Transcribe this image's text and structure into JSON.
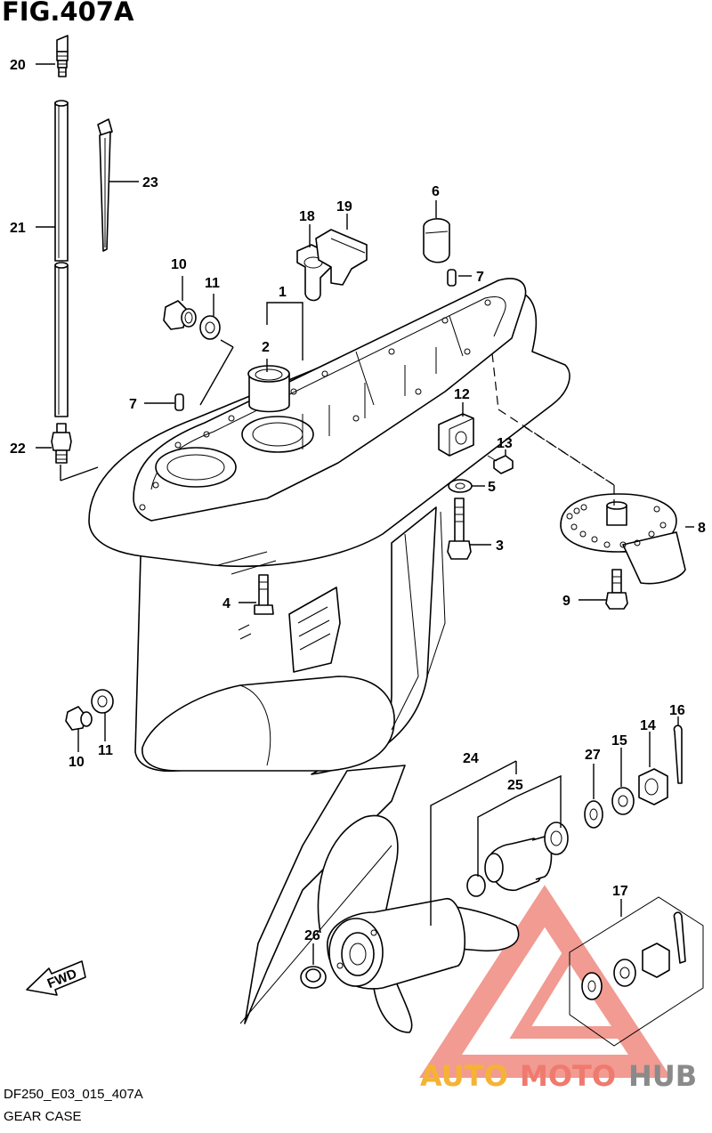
{
  "figure": {
    "title": "FIG.407A",
    "code": "DF250_E03_015_407A",
    "name": "GEAR CASE"
  },
  "callouts": [
    "1",
    "2",
    "3",
    "4",
    "5",
    "6",
    "7",
    "7",
    "8",
    "9",
    "10",
    "10",
    "11",
    "11",
    "12",
    "13",
    "14",
    "15",
    "16",
    "17",
    "18",
    "19",
    "20",
    "21",
    "22",
    "23",
    "24",
    "25",
    "26",
    "27"
  ],
  "badge": "FWD",
  "watermark": {
    "part1": "AUTO",
    "part2": "MOTO",
    "part3": "HUB",
    "color_orange": "#f5b335",
    "color_red": "#ef7a6e",
    "color_gray": "#8a8a8a"
  }
}
